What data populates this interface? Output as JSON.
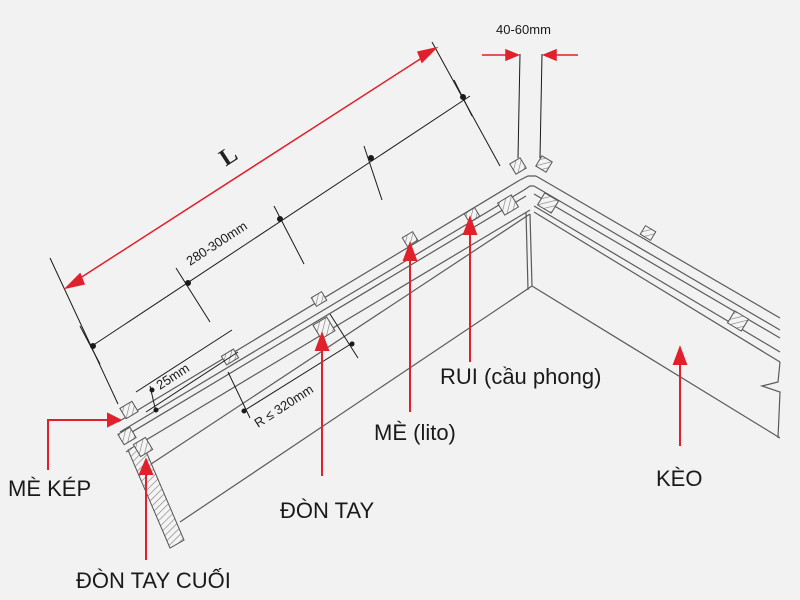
{
  "labels": {
    "length": "L",
    "spacing_lito": "280-300mm",
    "gap_ridge": "40-60mm",
    "offset_25": "25mm",
    "spacing_R": "R ≤ 320mm",
    "me_kep": "MÈ KÉP",
    "don_tay_cuoi": "ĐÒN TAY CUỐI",
    "don_tay": "ĐÒN TAY",
    "me_lito": "MÈ (lito)",
    "rui": "RUI (cầu phong)",
    "keo": "KÈO"
  },
  "colors": {
    "background": "#f2f2f2",
    "line": "#5a5a5a",
    "dimension": "#1a1a1a",
    "arrow_red": "#e0202a"
  }
}
